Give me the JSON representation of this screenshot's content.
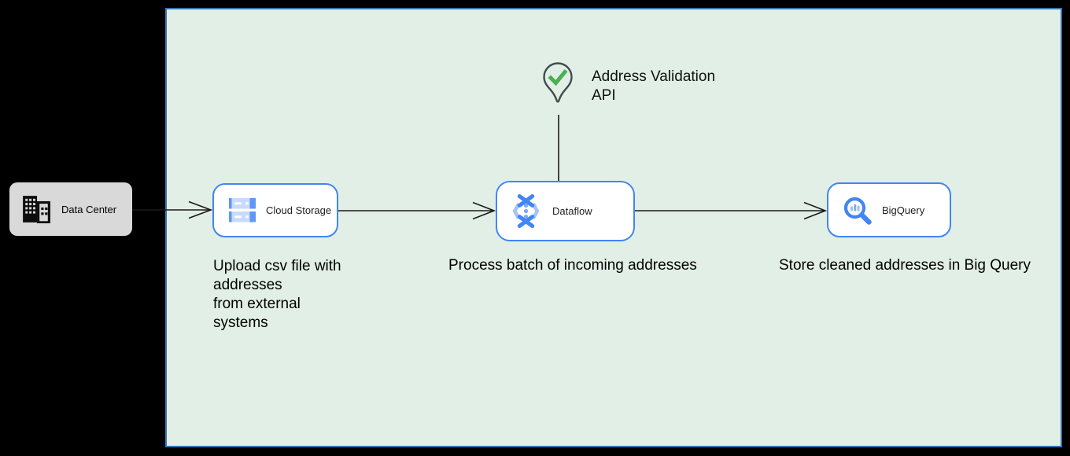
{
  "colors": {
    "background": "#000000",
    "container_fill": "#e2efe6",
    "container_border": "#3276b1",
    "node_border": "#4285f4",
    "icon_blue": "#4285f4",
    "icon_light_blue": "#aecbfa",
    "check_green": "#4caf50",
    "datacenter_fill": "#d9d9d9",
    "edge_line": "#1a1a1a"
  },
  "datacenter": {
    "label": "Data Center"
  },
  "nodes": {
    "cloud_storage": {
      "label": "Cloud Storage"
    },
    "dataflow": {
      "label": "Dataflow"
    },
    "bigquery": {
      "label": "BigQuery"
    }
  },
  "annotation": {
    "line1": "Address Validation",
    "line2": "API"
  },
  "captions": {
    "cloud_storage": [
      "Upload csv file with",
      "addresses",
      "from external",
      "systems"
    ],
    "dataflow": "Process batch of incoming addresses",
    "bigquery": "Store cleaned addresses in Big Query"
  }
}
